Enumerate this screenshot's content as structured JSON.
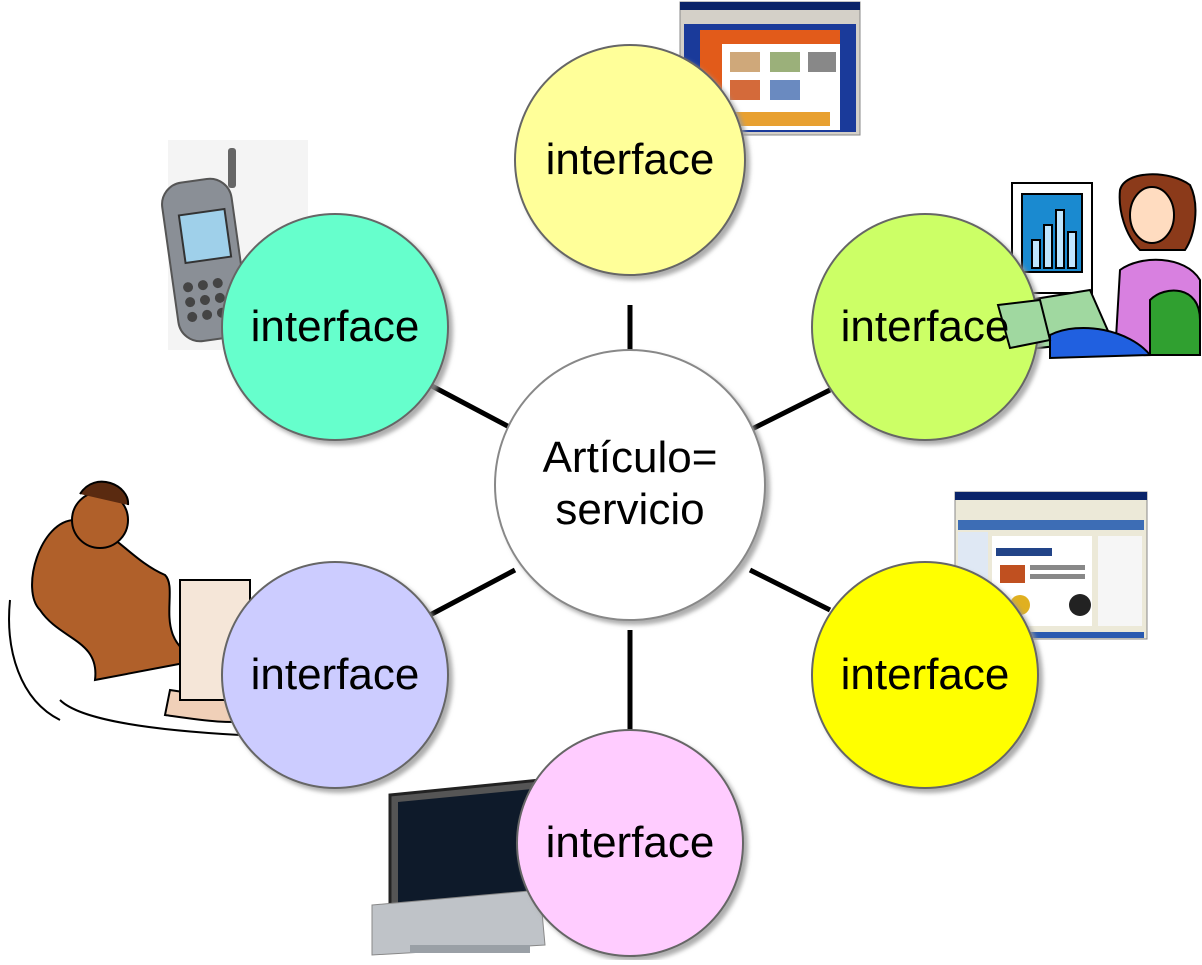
{
  "center": {
    "line1": "Artículo=",
    "line2": "servicio",
    "color": "#ffffff"
  },
  "nodes": [
    {
      "label": "interface",
      "color": "#ffff99",
      "device": "web-page-screenshot"
    },
    {
      "label": "interface",
      "color": "#ccff66",
      "device": "person-at-computer"
    },
    {
      "label": "interface",
      "color": "#ffff00",
      "device": "web-page-screenshot"
    },
    {
      "label": "interface",
      "color": "#ffccff",
      "device": "flat-screen-tv"
    },
    {
      "label": "interface",
      "color": "#ccccff",
      "device": "businessman-at-computer"
    },
    {
      "label": "interface",
      "color": "#66ffcc",
      "device": "mobile-phone"
    }
  ]
}
